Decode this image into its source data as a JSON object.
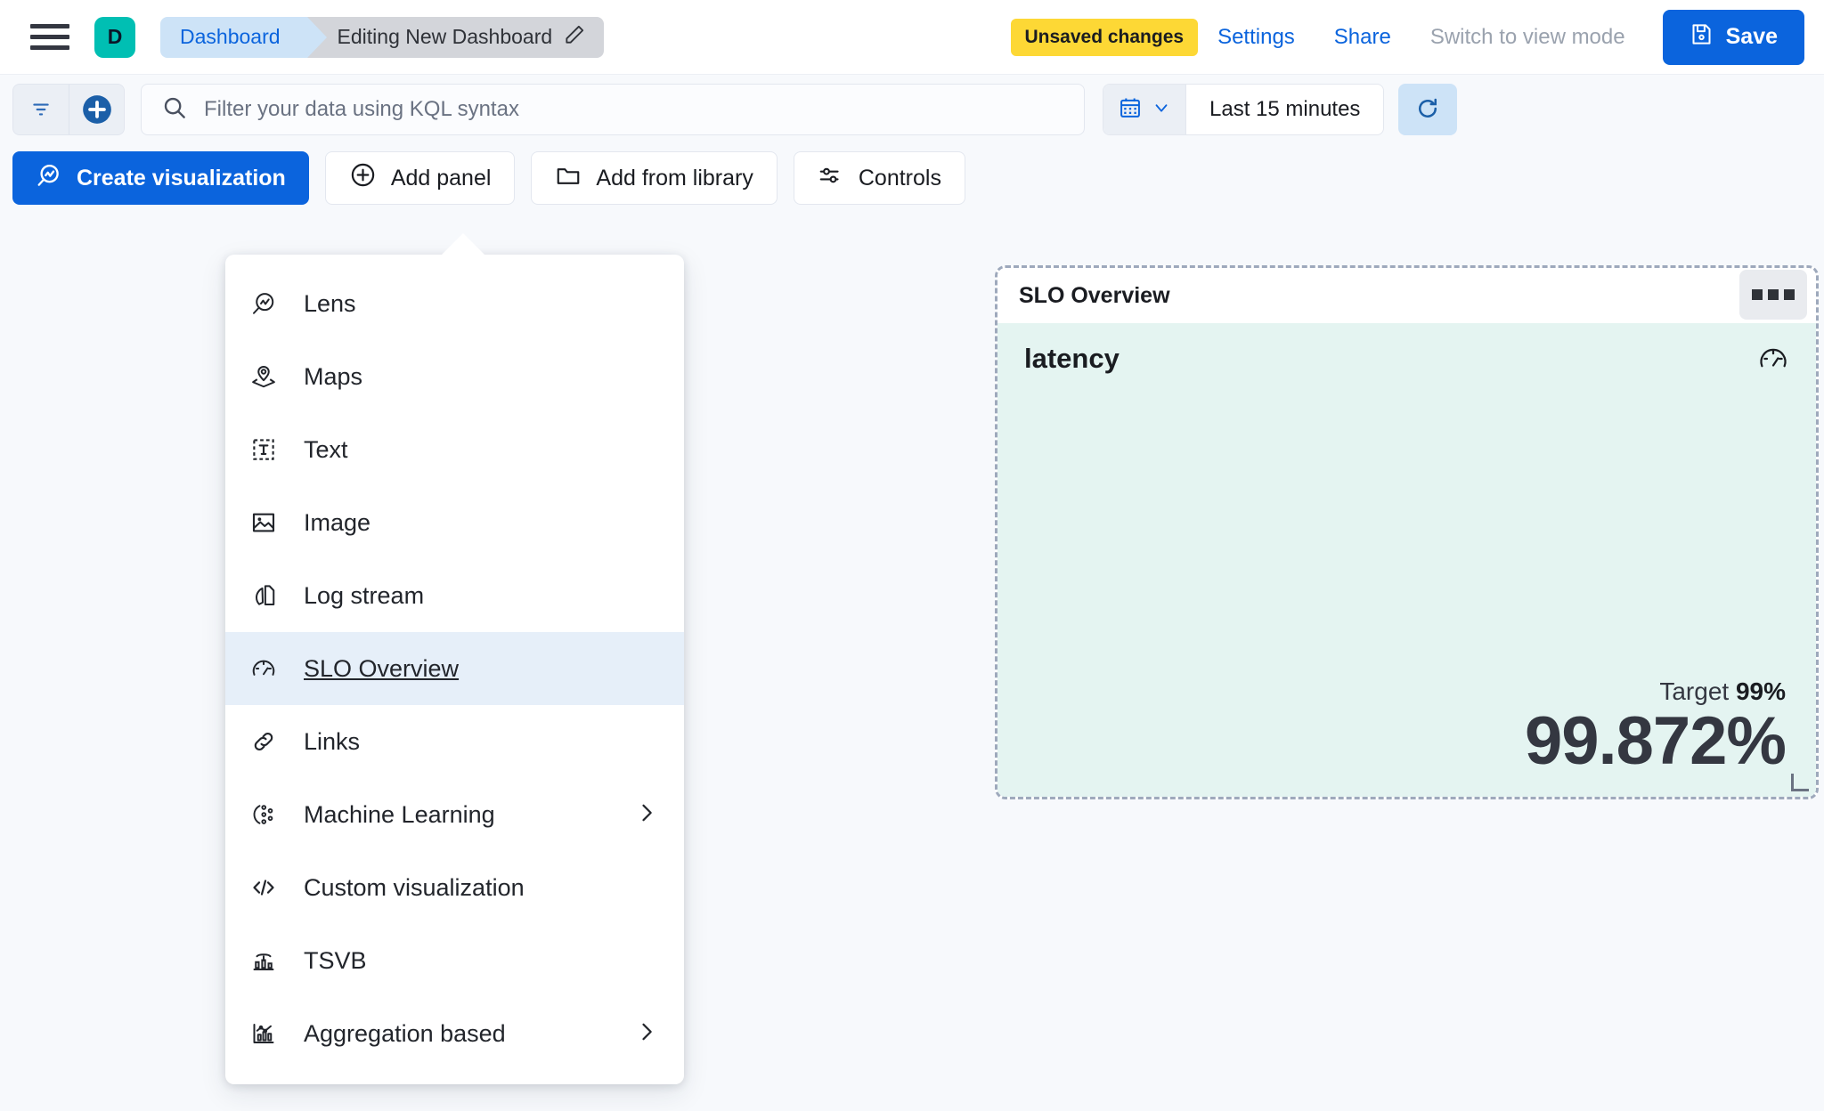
{
  "header": {
    "menu_icon": "hamburger-menu-icon",
    "space_avatar_letter": "D",
    "breadcrumbs": [
      {
        "label": "Dashboard",
        "icon": ""
      },
      {
        "label": "Editing New Dashboard",
        "icon": "pencil-icon"
      }
    ],
    "unsaved_badge": "Unsaved changes",
    "settings_link": "Settings",
    "share_link": "Share",
    "view_mode_link": "Switch to view mode",
    "save_label": "Save",
    "save_icon": "save-disk-icon",
    "accent_blue": "#0B64DD",
    "badge_yellow": "#FDD835",
    "avatar_teal": "#00BFB3"
  },
  "querybar": {
    "filter_icon": "filter-funnel-icon",
    "add_filter_icon": "circle-plus-icon",
    "search_icon": "search-icon",
    "placeholder": "Filter your data using KQL syntax",
    "value": "",
    "calendar_icon": "calendar-icon",
    "calendar_chevron": "chevron-down-icon",
    "time_range": "Last 15 minutes",
    "refresh_icon": "refresh-icon"
  },
  "toolbar": {
    "create_visualization": "Create visualization",
    "create_visualization_icon": "lens-icon",
    "add_panel": "Add panel",
    "add_panel_icon": "circle-plus-outline-icon",
    "add_from_library": "Add from library",
    "add_from_library_icon": "folder-icon",
    "controls": "Controls",
    "controls_icon": "sliders-icon"
  },
  "add_panel_menu": {
    "open": true,
    "items": [
      {
        "label": "Lens",
        "icon": "lens-icon",
        "has_submenu": false,
        "selected": false
      },
      {
        "label": "Maps",
        "icon": "map-marker-layers-icon",
        "has_submenu": false,
        "selected": false
      },
      {
        "label": "Text",
        "icon": "text-box-icon",
        "has_submenu": false,
        "selected": false
      },
      {
        "label": "Image",
        "icon": "image-icon",
        "has_submenu": false,
        "selected": false
      },
      {
        "label": "Log stream",
        "icon": "log-stream-icon",
        "has_submenu": false,
        "selected": false
      },
      {
        "label": "SLO Overview",
        "icon": "gauge-icon",
        "has_submenu": false,
        "selected": true
      },
      {
        "label": "Links",
        "icon": "link-chain-icon",
        "has_submenu": false,
        "selected": false
      },
      {
        "label": "Machine Learning",
        "icon": "machine-learning-icon",
        "has_submenu": true,
        "selected": false
      },
      {
        "label": "Custom visualization",
        "icon": "code-brackets-icon",
        "has_submenu": false,
        "selected": false
      },
      {
        "label": "TSVB",
        "icon": "tsvb-chart-icon",
        "has_submenu": false,
        "selected": false
      },
      {
        "label": "Aggregation based",
        "icon": "aggregation-chart-icon",
        "has_submenu": true,
        "selected": false
      }
    ],
    "submenu_icon": "chevron-right-icon",
    "highlight_color": "#E6EFF9"
  },
  "slo_panel": {
    "title": "SLO Overview",
    "context_menu_icon": "ellipsis-horizontal-icon",
    "slo_name": "latency",
    "gauge_icon": "gauge-icon",
    "target_label": "Target",
    "target_value": "99%",
    "sli_value": "99.872%",
    "body_background": "#E4F4F1",
    "resize_handle_icon": "resize-corner-icon"
  }
}
